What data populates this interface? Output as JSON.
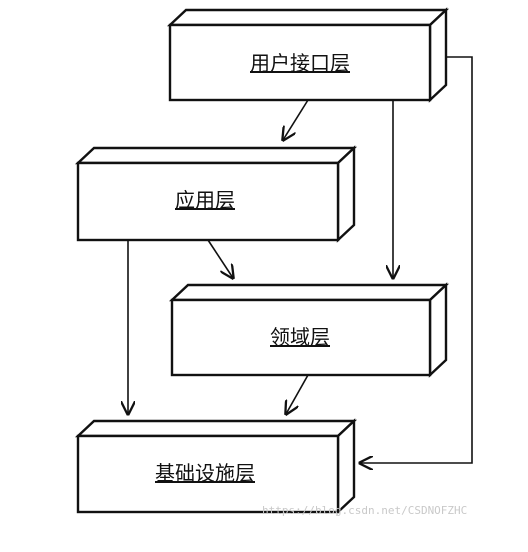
{
  "diagram": {
    "layers": [
      {
        "id": "ui",
        "label": "用户接口层"
      },
      {
        "id": "app",
        "label": "应用层"
      },
      {
        "id": "domain",
        "label": "领域层"
      },
      {
        "id": "infra",
        "label": "基础设施层"
      }
    ],
    "edges": [
      {
        "from": "ui",
        "to": "app"
      },
      {
        "from": "ui",
        "to": "domain"
      },
      {
        "from": "ui",
        "to": "infra"
      },
      {
        "from": "app",
        "to": "domain"
      },
      {
        "from": "app",
        "to": "infra"
      },
      {
        "from": "domain",
        "to": "infra"
      }
    ],
    "watermark": "https://blog.csdn.net/CSDNOFZHC"
  },
  "colors": {
    "line": "#111111",
    "background": "#ffffff",
    "watermark": "#c9c9c9"
  }
}
